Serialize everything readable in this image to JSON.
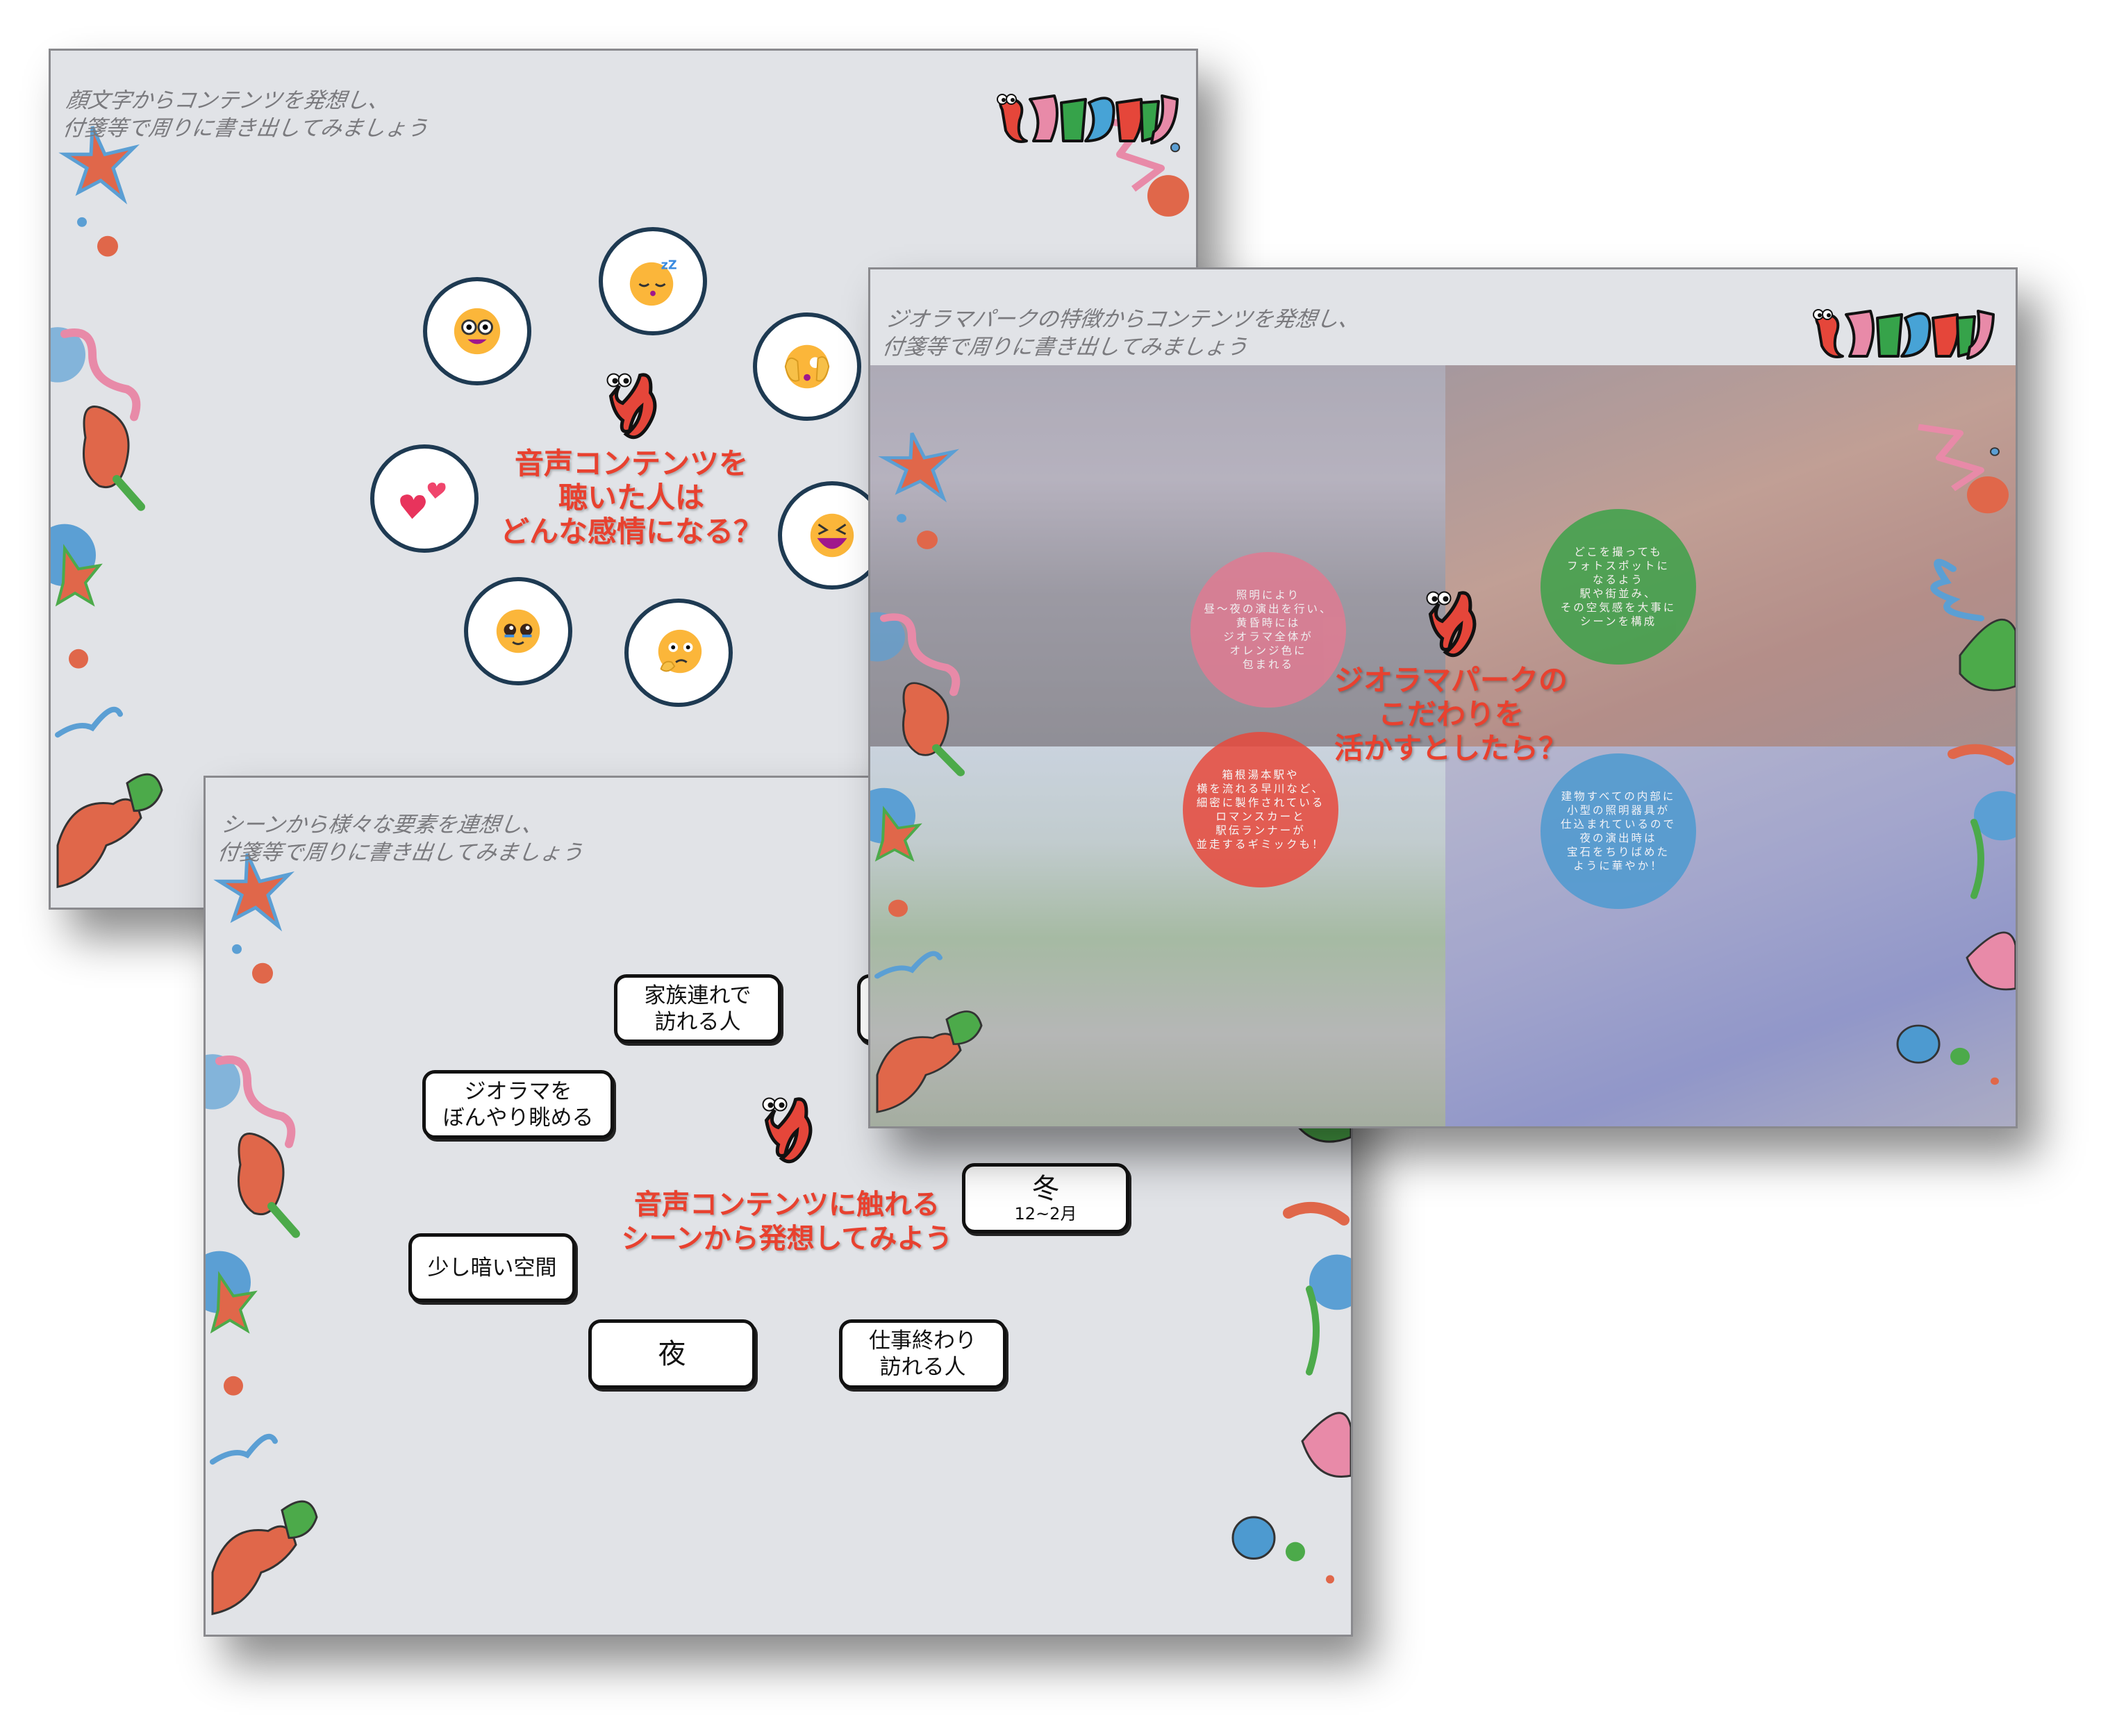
{
  "slide1": {
    "subtitle": "顔文字からコンテンツを発想し、\n付箋等で周りに書き出してみましょう",
    "logo_text": "わかものがかり",
    "title": "音声コンテンツを\n聴いた人は\nどんな感情になる？",
    "emojis": [
      "nerd-face",
      "sleeping-face",
      "face-peeking",
      "two-hearts",
      "grinning-squinting-face",
      "pleading-face",
      "thinking-face"
    ]
  },
  "slide2": {
    "subtitle": "ジオラマパークの特徴からコンテンツを発想し、\n付箋等で周りに書き出してみましょう",
    "logo_text": "わかものがかり",
    "title": "ジオラマパークの\nこだわりを\n活かすとしたら？",
    "circles": [
      {
        "text": "照明により\n昼～夜の演出を行い、\n黄昏時には\nジオラマ全体が\nオレンジ色に\n包まれる",
        "color": "#e07b92"
      },
      {
        "text": "どこを撮っても\nフォトスポットに\nなるよう\n駅や街並み、\nその空気感を大事に\nシーンを構成",
        "color": "#3da24a"
      },
      {
        "text": "箱根湯本駅や\n横を流れる早川など、\n細密に製作されている\nロマンスカーと\n駅伝ランナーが\n並走するギミックも！",
        "color": "#e8493c"
      },
      {
        "text": "建物すべての内部に\n小型の照明器具が\n仕込まれているので\n夜の演出時は\n宝石をちりばめた\nように華やか！",
        "color": "#4d9ad0"
      }
    ]
  },
  "slide3": {
    "subtitle": "シーンから様々な要素を連想し、\n付箋等で周りに書き出してみましょう",
    "title": "音声コンテンツに触れる\nシーンから発想してみよう",
    "notes": {
      "family": "家族連れで\n訪れる人",
      "diorama": "ジオラマを\nぼんやり眺める",
      "dark": "少し暗い空間",
      "night": "夜",
      "work": "仕事終わり\n訪れる人",
      "winter": "冬",
      "winter_sub": "12~2月"
    }
  },
  "colors": {
    "accent_red": "#e8412f",
    "slide_bg": "#e1e3e7",
    "emoji_ring": "#1e3a52"
  }
}
